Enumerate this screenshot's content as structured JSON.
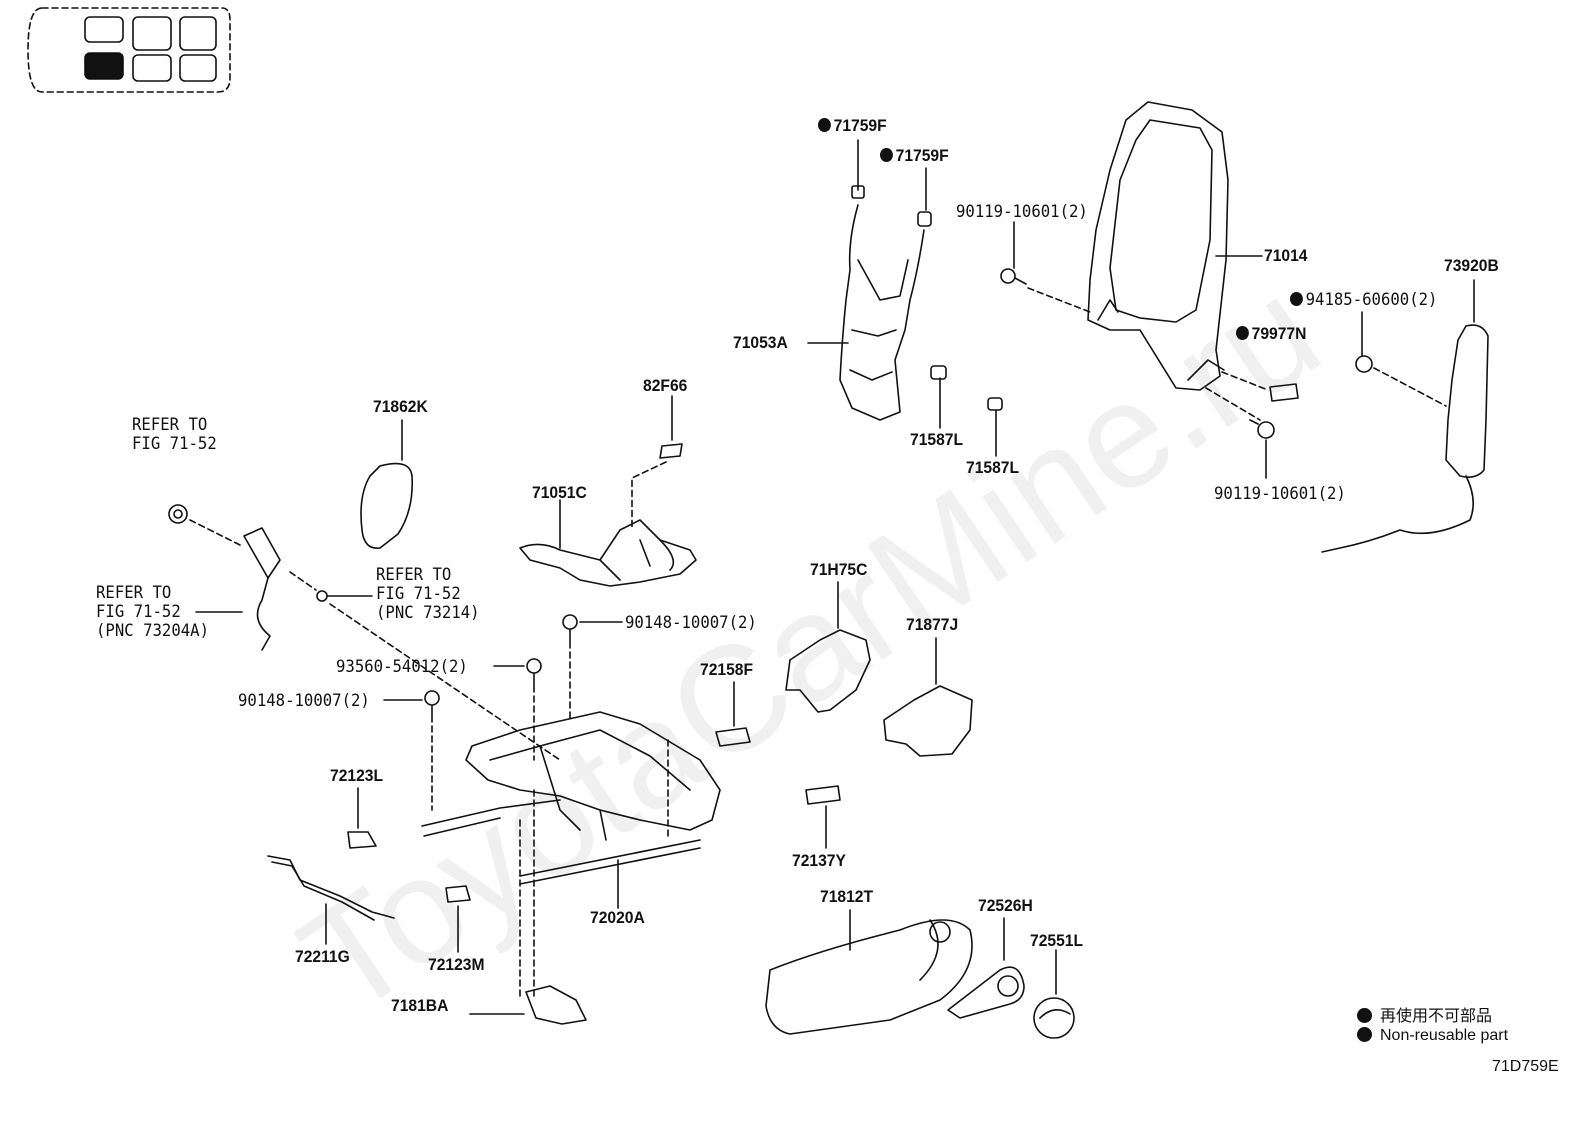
{
  "watermark": "ToyotaCarMine.ru",
  "figure_code": "71D759E",
  "legend": {
    "jp": "再使用不可部品",
    "en": "Non-reusable part"
  },
  "labels": {
    "p71759f_a": "71759F",
    "p71759f_b": "71759F",
    "p71053a": "71053A",
    "p82f66": "82F66",
    "p71587l_a": "71587L",
    "p71587l_b": "71587L",
    "p71014": "71014",
    "p90119_top": "90119-10601(2)",
    "p79977n": "79977N",
    "p90119_bot": "90119-10601(2)",
    "p73920b": "73920B",
    "p94185": "94185-60600(2)",
    "p71862k": "71862K",
    "p71051c": "71051C",
    "refer_top": "REFER TO\nFIG 71-52",
    "refer_left": "REFER TO\nFIG 71-52\n(PNC 73204A)",
    "refer_mid": "REFER TO\nFIG 71-52\n(PNC 73214)",
    "p90148_a": "90148-10007(2)",
    "p93560": "93560-54012(2)",
    "p90148_b": "90148-10007(2)",
    "p71h75c": "71H75C",
    "p71877j": "71877J",
    "p72158f": "72158F",
    "p72123l": "72123L",
    "p72137y": "72137Y",
    "p72020a": "72020A",
    "p72211g": "72211G",
    "p72123m": "72123M",
    "p7181ba": "7181BA",
    "p71812t": "71812T",
    "p72526h": "72526H",
    "p72551l": "72551L"
  }
}
